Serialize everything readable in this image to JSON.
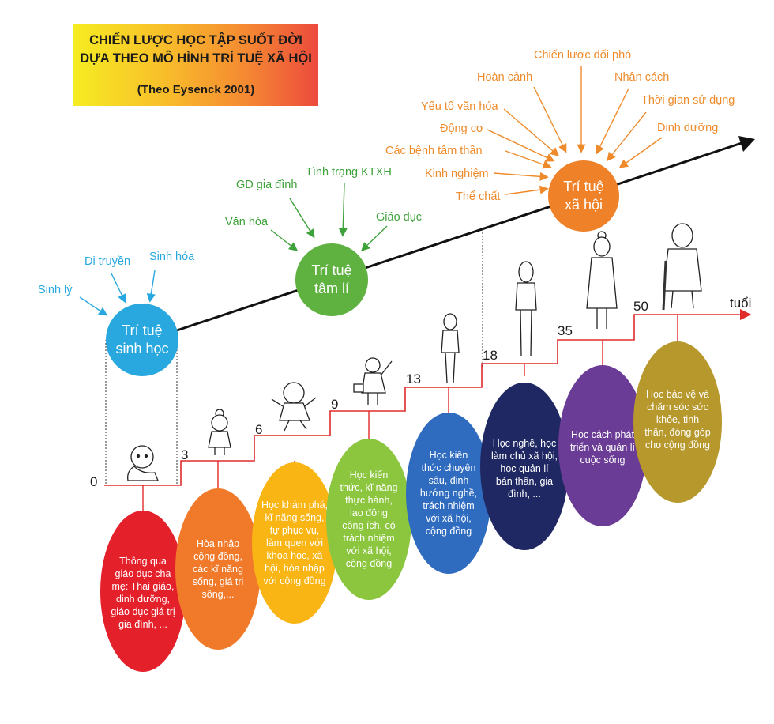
{
  "title": {
    "line1": "CHIẾN LƯỢC HỌC TẬP SUỐT ĐỜI",
    "line2": "DỰA THEO MÔ HÌNH TRÍ TUỆ XÃ HỘI",
    "source": "(Theo Eysenck 2001)"
  },
  "colors": {
    "bio": "#29a8e0",
    "psych": "#5fb140",
    "social": "#ef8128",
    "staircase": "#e02b2b",
    "blue_label": "#27a7df",
    "green_label": "#3ea23a",
    "orange_label": "#ef8a2a"
  },
  "factors": {
    "bio": [
      "Sinh lý",
      "Di truyền",
      "Sinh hóa"
    ],
    "psych": [
      "Văn hóa",
      "GD gia đình",
      "Tình trạng KTXH",
      "Giáo dục"
    ],
    "social": [
      "Thể chất",
      "Kinh nghiệm",
      "Các bệnh tâm thần",
      "Động cơ",
      "Yếu tố văn hóa",
      "Hoàn cảnh",
      "Chiến lược đối phó",
      "Nhân cách",
      "Thời gian sử dụng",
      "Dinh dưỡng"
    ]
  },
  "intelligences": {
    "bio": {
      "line1": "Trí tuệ",
      "line2": "sinh học"
    },
    "psych": {
      "line1": "Trí tuệ",
      "line2": "tâm lí"
    },
    "social": {
      "line1": "Trí tuệ",
      "line2": "xã hội"
    }
  },
  "axis_label": "tuổi",
  "ages": [
    "0",
    "3",
    "6",
    "9",
    "13",
    "18",
    "35",
    "50"
  ],
  "stages": [
    {
      "color": "#e4202a",
      "lines": [
        "Thông qua",
        "giáo dục cha",
        "mẹ: Thai giáo,",
        "dinh dưỡng,",
        "giáo dục giá trị",
        "gia đình, ..."
      ]
    },
    {
      "color": "#f07a2a",
      "lines": [
        "Hòa nhập",
        "cộng đồng,",
        "các kĩ năng",
        "sống, giá trị",
        "sống,..."
      ]
    },
    {
      "color": "#f8b514",
      "lines": [
        "Học khám phá,",
        "kĩ năng sống,",
        "tự phục vụ,",
        "làm quen với",
        "khoa học, xã",
        "hội, hòa nhập",
        "với cộng đồng"
      ]
    },
    {
      "color": "#8cc63f",
      "lines": [
        "Học kiến",
        "thức, kĩ năng",
        "thực hành,",
        "lao động",
        "công ích, có",
        "trách nhiệm",
        "với xã hội,",
        "cộng đồng"
      ]
    },
    {
      "color": "#2f6cc0",
      "lines": [
        "Học kiến",
        "thức chuyên",
        "sâu, định",
        "hướng nghề,",
        "trách nhiệm",
        "với xã hội,",
        "cộng đồng"
      ]
    },
    {
      "color": "#1f2862",
      "lines": [
        "Học nghề, học",
        "làm chủ xã hội,",
        "học quản lí",
        "bản thân, gia",
        "đình, ..."
      ]
    },
    {
      "color": "#6b3c96",
      "lines": [
        "Học cách phát",
        "triển và quản lí",
        "cuộc sống"
      ]
    },
    {
      "color": "#b7982c",
      "lines": [
        "Học bảo vệ và",
        "chăm sóc sức",
        "khỏe, tinh",
        "thần, đóng góp",
        "cho cộng đồng"
      ]
    }
  ]
}
